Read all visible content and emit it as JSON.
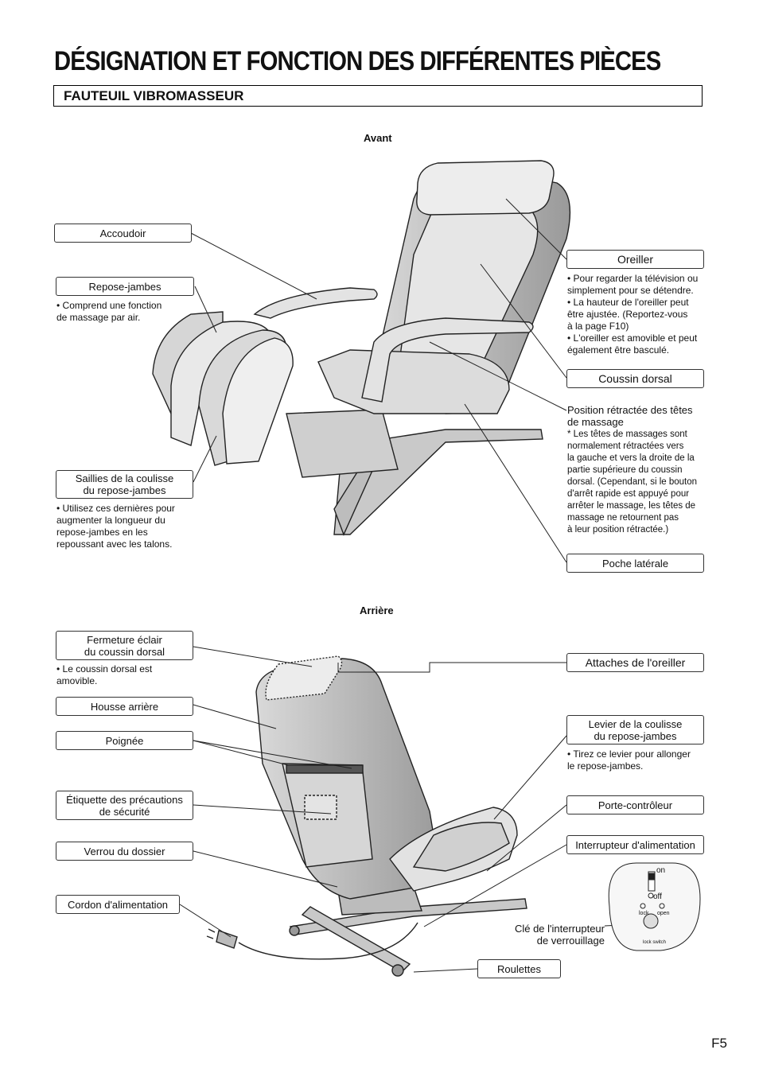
{
  "title": "DÉSIGNATION ET FONCTION DES DIFFÉRENTES PIÈCES",
  "section": "FAUTEUIL VIBROMASSEUR",
  "front": {
    "heading": "Avant",
    "accoudoir": "Accoudoir",
    "repose_jambes": "Repose-jambes",
    "repose_jambes_note": "• Comprend une fonction\n  de massage par air.",
    "saillies": "Saillies de la coulisse\ndu repose-jambes",
    "saillies_note": "• Utilisez ces dernières pour\n  augmenter la longueur du\n  repose-jambes en les\n  repoussant avec les talons.",
    "oreiller": "Oreiller",
    "oreiller_note": "• Pour regarder la télévision ou\n  simplement pour se détendre.\n• La hauteur de l'oreiller peut\n  être ajustée. (Reportez-vous\n  à la page F10)\n• L'oreiller est amovible et peut\n  également être basculé.",
    "coussin_dorsal": "Coussin dorsal",
    "position_retractee": "Position rétractée des têtes\nde massage",
    "position_note": "* Les têtes de massages sont\n  normalement rétractées vers\n  la gauche et vers la droite de la\n  partie supérieure du coussin\n  dorsal. (Cependant, si le bouton\n  d'arrêt rapide est appuyé pour\n  arrêter le massage, les têtes de\n  massage ne retournent pas\n  à leur position rétractée.)",
    "poche_laterale": "Poche latérale"
  },
  "rear": {
    "heading": "Arrière",
    "fermeture": "Fermeture éclair\ndu coussin dorsal",
    "fermeture_note": "• Le coussin dorsal est\n  amovible.",
    "housse": "Housse arrière",
    "poignee": "Poignée",
    "etiquette": "Étiquette des précautions\nde sécurité",
    "verrou": "Verrou du dossier",
    "cordon": "Cordon d'alimentation",
    "attaches": "Attaches de l'oreiller",
    "levier": "Levier de la coulisse\ndu repose-jambes",
    "levier_note": "• Tirez ce levier pour allonger\n  le repose-jambes.",
    "porte_controleur": "Porte-contrôleur",
    "interrupteur": "Interrupteur d'alimentation",
    "cle": "Clé de l'interrupteur\nde verrouillage",
    "roulettes": "Roulettes",
    "switch_on": "on",
    "switch_off": "off",
    "switch_lock": "lock",
    "switch_open": "open",
    "switch_lockswitch": "lock switch"
  },
  "page_number": "F5"
}
